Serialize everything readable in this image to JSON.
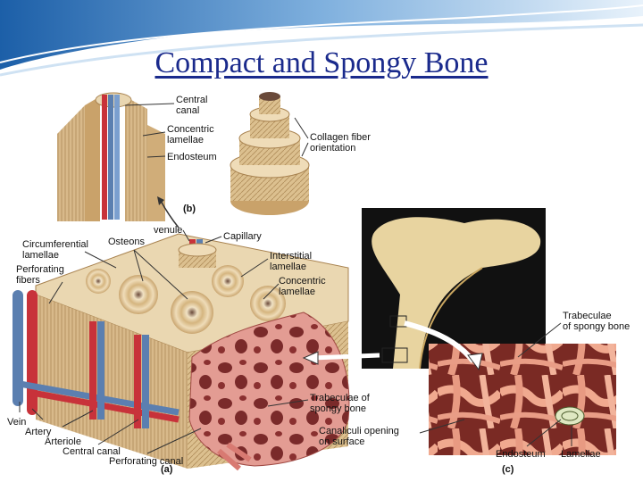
{
  "slide": {
    "title": "Compact and Spongy Bone"
  },
  "labels": {
    "central_canal": "Central\ncanal",
    "concentric_lamellae_top": "Concentric\nlamellae",
    "endosteum_top": "Endosteum",
    "collagen_fiber": "Collagen fiber\norientation",
    "panel_b": "(b)",
    "venule": "venule",
    "capillary": "Capillary",
    "circumferential": "Circumferential\nlamellae",
    "osteons": "Osteons",
    "interstitial": "Interstitial\nlamellae",
    "concentric_lamellae": "Concentric\nlamellae",
    "perforating_fibers": "Perforating\nfibers",
    "trabeculae_c": "Trabeculae\nof spongy bone",
    "trabeculae_a": "Trabeculae of\nspongy bone",
    "canaliculi": "Canaliculi opening\non surface",
    "vein": "Vein",
    "artery": "Artery",
    "arteriole": "Arteriole",
    "central_canal_bottom": "Central canal",
    "perforating_canal": "Perforating canal",
    "panel_a": "(a)",
    "endosteum_c": "Endosteum",
    "lamellae_c": "Lamellae",
    "panel_c": "(c)"
  },
  "colors": {
    "title": "#1a2a8c",
    "bone": "#d9b98a",
    "bone_dark": "#a8824f",
    "artery": "#c8323a",
    "vein": "#5b7fb0",
    "spongy": "#d87a72",
    "photo_bg": "#111111"
  }
}
